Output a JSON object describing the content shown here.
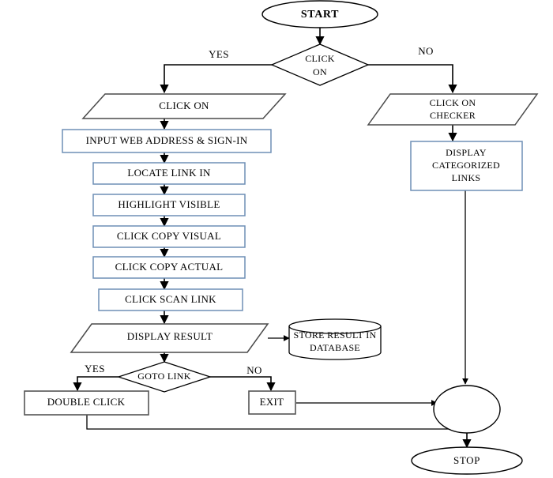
{
  "diagram": {
    "title": "Web Link Checker Process Flowchart",
    "colors": {
      "process_border": "#6f8fb5",
      "io_border": "#4a4a4a",
      "line": "#000000",
      "background": "#ffffff",
      "text": "#000000"
    },
    "nodes": {
      "start": {
        "label": "START",
        "type": "terminator"
      },
      "click_on_decision": {
        "line1": "CLICK",
        "line2": "ON",
        "type": "decision"
      },
      "click_on_io": {
        "label": "CLICK ON",
        "type": "input-output"
      },
      "input_web_address": {
        "label": "INPUT WEB ADDRESS & SIGN-IN",
        "type": "process"
      },
      "locate_link": {
        "label": "LOCATE LINK IN",
        "type": "process"
      },
      "highlight_visible": {
        "label": "HIGHLIGHT VISIBLE",
        "type": "process"
      },
      "click_copy_visual": {
        "label": "CLICK COPY VISUAL",
        "type": "process"
      },
      "click_copy_actual": {
        "label": "CLICK COPY ACTUAL",
        "type": "process"
      },
      "click_scan_link": {
        "label": "CLICK SCAN LINK",
        "type": "process"
      },
      "display_result": {
        "label": "DISPLAY RESULT",
        "type": "input-output"
      },
      "store_result": {
        "line1": "STORE RESULT IN",
        "line2": "DATABASE",
        "type": "database"
      },
      "goto_link_decision": {
        "label": "GOTO LINK",
        "type": "decision"
      },
      "double_click": {
        "label": "DOUBLE CLICK",
        "type": "process"
      },
      "exit": {
        "label": "EXIT",
        "type": "process"
      },
      "click_on_checker": {
        "line1": "CLICK ON",
        "line2": "CHECKER",
        "type": "input-output"
      },
      "display_categorized": {
        "line1": "DISPLAY",
        "line2": "CATEGORIZED",
        "line3": "LINKS",
        "type": "process"
      },
      "merge_connector": {
        "label": "",
        "type": "connector"
      },
      "stop": {
        "label": "STOP",
        "type": "terminator"
      }
    },
    "branch_labels": {
      "click_on_yes": "YES",
      "click_on_no": "NO",
      "goto_link_yes": "YES",
      "goto_link_no": "NO"
    }
  }
}
